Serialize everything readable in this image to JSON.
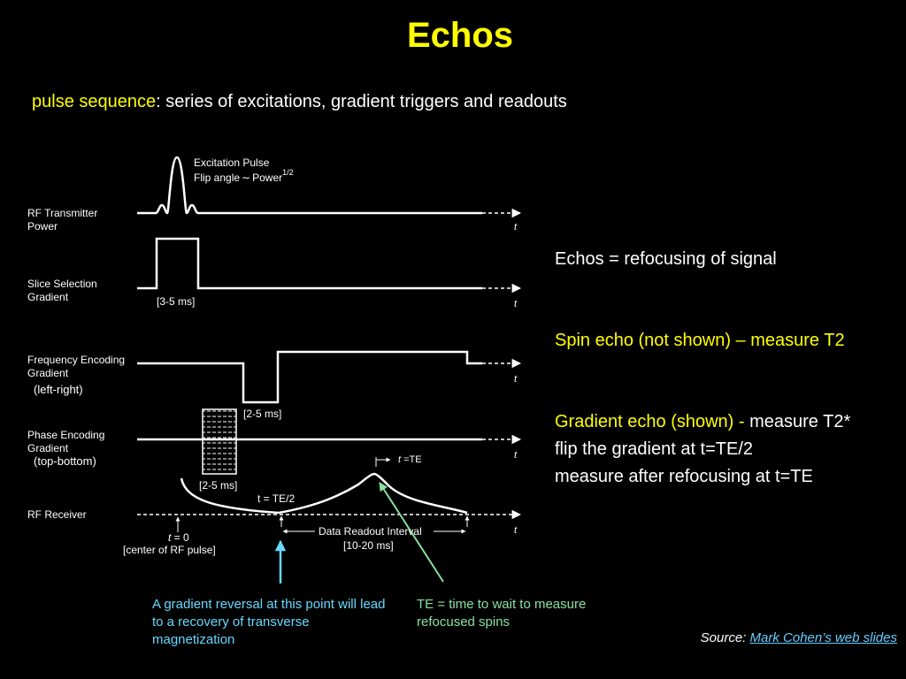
{
  "slide": {
    "title": "Echos",
    "subtitle_term": "pulse sequence",
    "subtitle_rest": ": series of excitations, gradient triggers and readouts"
  },
  "side_notes": {
    "line1": "Echos = refocusing of signal",
    "line2": "Spin echo (not shown) – measure T2",
    "line3_yellow": "Gradient echo (shown) - ",
    "line3_white": "measure T2*",
    "line4": "flip the gradient at t=TE/2",
    "line5": "measure after refocusing at t=TE"
  },
  "diagram": {
    "rows": [
      {
        "label1": "RF Transmitter",
        "label2": "Power"
      },
      {
        "label1": "Slice Selection",
        "label2": "Gradient"
      },
      {
        "label1": "Frequency Encoding",
        "label2": "Gradient"
      },
      {
        "label1": "Phase Encoding",
        "label2": "Gradient"
      },
      {
        "label1": "RF Receiver",
        "label2": ""
      }
    ],
    "freq_sub": "(left-right)",
    "phase_sub": "(top-bottom)",
    "excitation_line1": "Excitation Pulse",
    "excitation_line2": "Flip angle",
    "excitation_sim": "∼",
    "excitation_power": "Power",
    "excitation_sup": "1/2",
    "time_axis": "t",
    "interval_slice": "[3-5 ms]",
    "interval_freq": "[2-5 ms]",
    "interval_phase": "[2-5 ms]",
    "te_half": "t = TE/2",
    "te_peak_t": "t",
    "te_peak_rest": " =TE",
    "t0_t": "t",
    "t0_rest": " = 0",
    "rf_center": "[center of RF pulse]",
    "readout_label": "Data Readout Interval",
    "readout_ms": "[10-20 ms]"
  },
  "captions": {
    "gradient_reversal": "A gradient reversal at this point will lead to a recovery of transverse magnetization",
    "te_definition": "TE = time to wait to measure refocused spins"
  },
  "source": {
    "prefix": "Source: ",
    "link_text": "Mark Cohen’s web slides"
  },
  "colors": {
    "title": "#ffff00",
    "cyan_arrow": "#66d9ff",
    "green_arrow": "#88e0a0",
    "link": "#66ccff"
  }
}
